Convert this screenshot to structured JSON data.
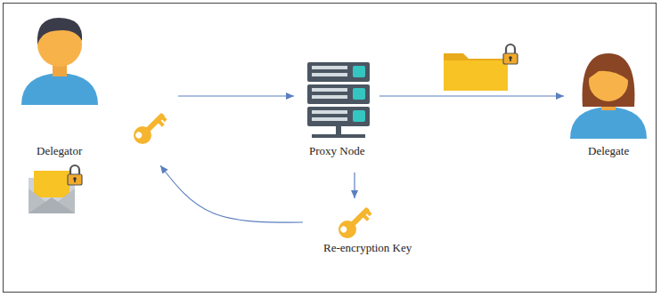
{
  "diagram": {
    "nodes": [
      {
        "text": [
          "Delegator"
        ]
      },
      {
        "text": [
          "Proxy Node"
        ]
      },
      {
        "text": [
          "Delegate"
        ]
      },
      {
        "text": [
          "Re-encryption Key"
        ]
      }
    ],
    "edges": [
      {
        "from": 0,
        "to": 1,
        "arrow": "to"
      },
      {
        "from": 1,
        "to": 2,
        "arrow": "to"
      },
      {
        "from": 1,
        "to": 3,
        "arrow": "to"
      },
      {
        "from": 3,
        "to": 0,
        "arrow": "to"
      }
    ]
  }
}
